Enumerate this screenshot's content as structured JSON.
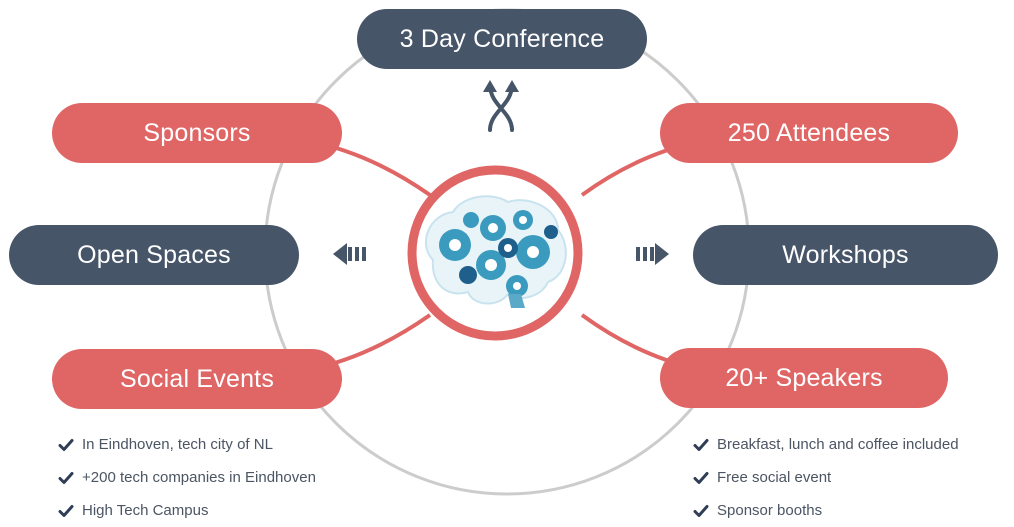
{
  "nodes": {
    "conference": "3 Day Conference",
    "sponsors": "Sponsors",
    "attendees": "250 Attendees",
    "open_spaces": "Open Spaces",
    "workshops": "Workshops",
    "social_events": "Social Events",
    "speakers": "20+ Speakers"
  },
  "left_list": [
    "In Eindhoven, tech city of NL",
    "+200 tech companies in Eindhoven",
    "High Tech Campus"
  ],
  "right_list": [
    "Breakfast, lunch and coffee included",
    "Free social event",
    "Sponsor booths"
  ],
  "colors": {
    "red": "#e06666",
    "dark": "#475569",
    "ring": "#cccccc",
    "check": "#2f3e56",
    "text": "#4b5563"
  },
  "icons": {
    "center": "brain-gears-icon",
    "top": "crossing-arrows-icon",
    "left": "arrow-left-icon",
    "right": "arrow-right-icon",
    "bullet": "check-icon"
  }
}
